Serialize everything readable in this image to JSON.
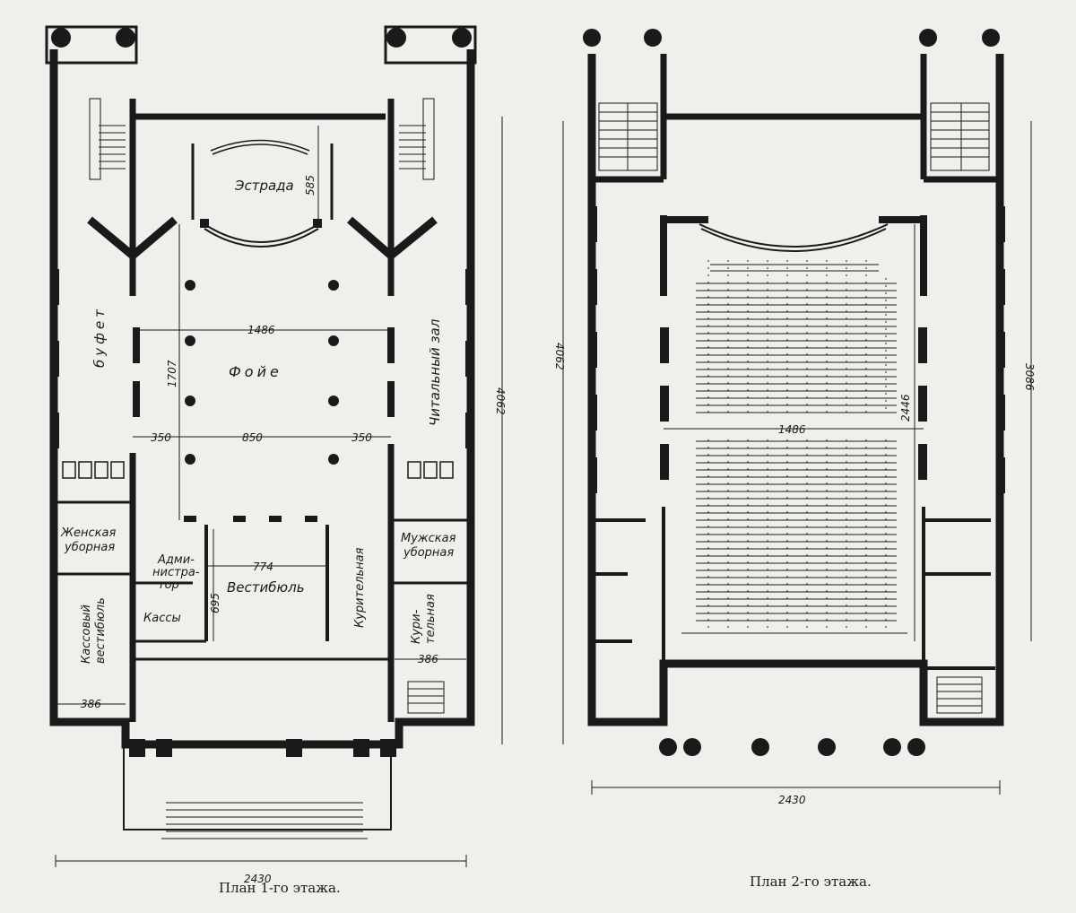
{
  "plans": [
    {
      "caption": "План 1-го этажа.",
      "rooms": {
        "estrada": "Эстрада",
        "foyer": "Фойе",
        "bufet": "буфет",
        "reading_hall": "Читальный зал",
        "womens_wc_line1": "Женская",
        "womens_wc_line2": "уборная",
        "mens_wc_line1": "Мужская",
        "mens_wc_line2": "уборная",
        "admin_line1": "Адми-",
        "admin_line2": "нистра-",
        "admin_line3": "тор",
        "vestibule": "Вестибюль",
        "smoking": "Курительная",
        "smoking2_line1": "Кури-",
        "smoking2_line2": "тельная",
        "kassy": "Кассы",
        "ticket_vest_line1": "Кассовый",
        "ticket_vest_line2": "вестибюль"
      },
      "dimensions": {
        "overall_width": "2430",
        "overall_depth": "4062",
        "stage_depth": "585",
        "foyer_width": "1486",
        "foyer_depth": "1707",
        "left_bay": "350",
        "center_bay": "850",
        "right_bay": "350",
        "vestibule_width": "774",
        "vestibule_depth": "695",
        "smoking_width": "386",
        "ticket_vest_width": "386"
      }
    },
    {
      "caption": "План 2-го этажа.",
      "dimensions": {
        "overall_width": "2430",
        "overall_depth": "4062",
        "hall_width": "1486",
        "hall_depth": "2446",
        "side_depth": "3086"
      }
    }
  ],
  "colors": {
    "ink": "#1a1a1a",
    "paper": "#f1efeb"
  }
}
